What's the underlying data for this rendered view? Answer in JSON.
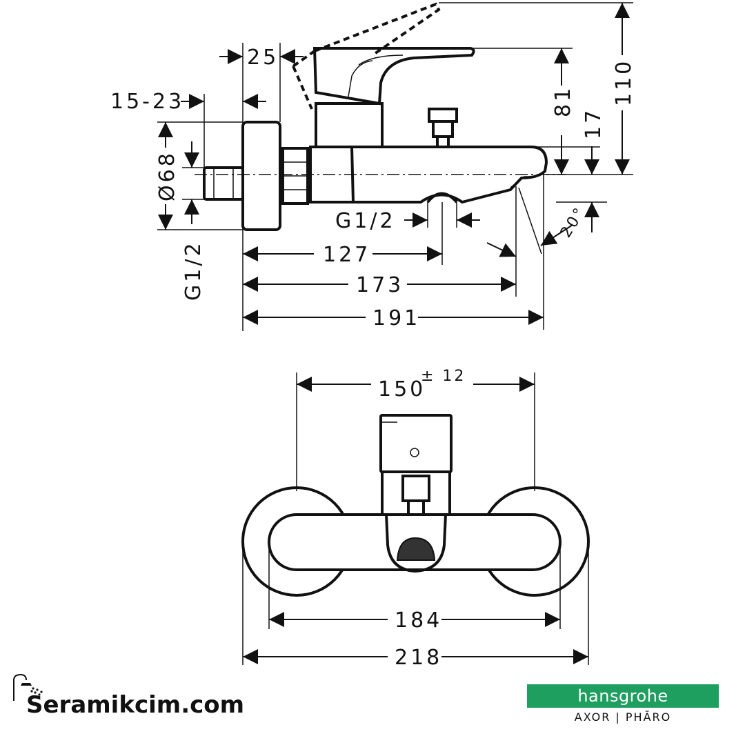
{
  "side_view": {
    "dims": {
      "d25": "25",
      "d15_23": "15-23",
      "d68": "Ø68",
      "d81": "81",
      "d17": "17",
      "d110": "110",
      "g_outlet": "G1/2",
      "g_inlet": "G1/2",
      "angle": "20°",
      "d127": "127",
      "d173": "173",
      "d191": "191"
    }
  },
  "front_view": {
    "dims": {
      "d150": "150",
      "d150_tol": "± 12",
      "d184": "184",
      "d218": "218"
    }
  },
  "watermark": {
    "text": "Seramikcim.com",
    "icon": "shower-icon"
  },
  "brand": {
    "name": "hansgrohe",
    "sub": "AXOR | PHĀRO",
    "color": "#1f9f5f"
  }
}
